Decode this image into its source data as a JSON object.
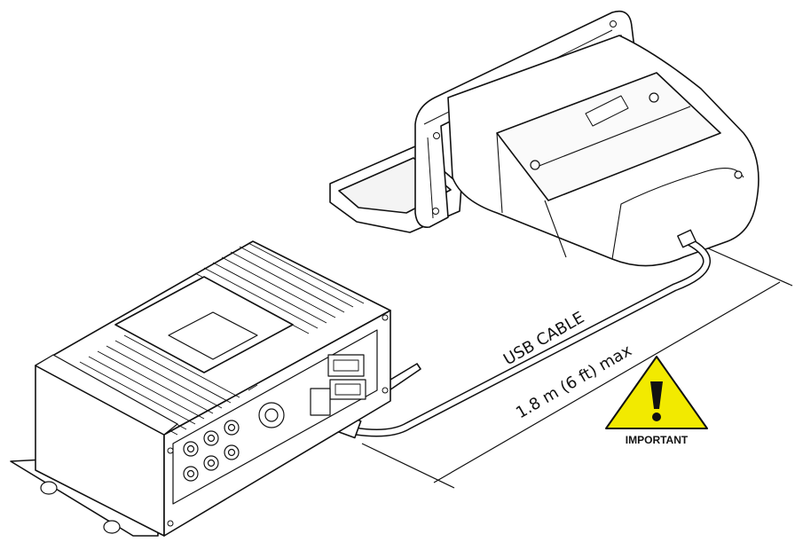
{
  "diagram": {
    "cable_label": "USB CABLE",
    "length_label": "1.8 m (6 ft) max",
    "warning": {
      "icon": "warning-triangle-exclamation",
      "label": "IMPORTANT",
      "color": "#f2ea00"
    },
    "components": {
      "unit": "black-box-module",
      "device": "display-unit-on-mounting-bracket",
      "cable": "usb-cable"
    }
  }
}
